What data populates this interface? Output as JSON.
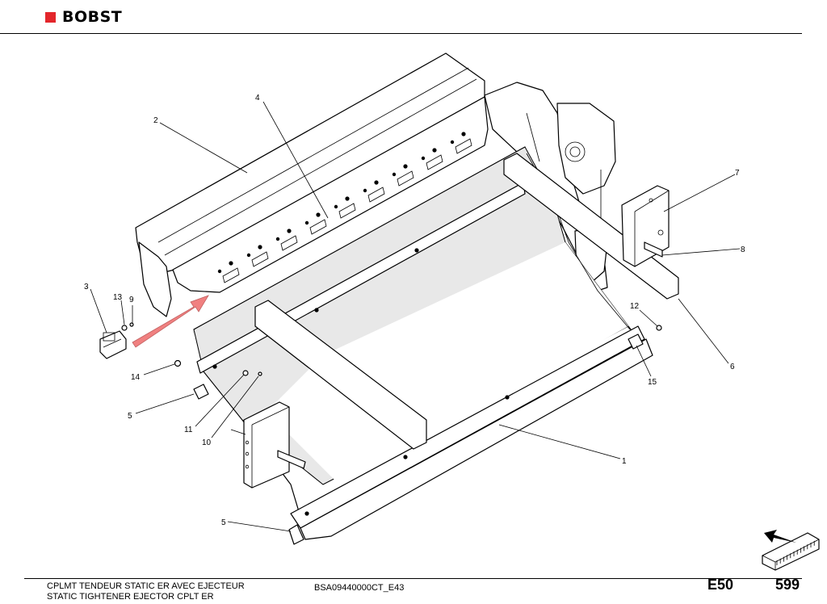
{
  "header": {
    "brand": "BOBST",
    "brand_color": "#e3262b"
  },
  "footer": {
    "title_fr": "CPLMT TENDEUR STATIC ER AVEC EJECTEUR",
    "title_en": "STATIC TIGHTENER EJECTOR CPLT ER",
    "reference": "BSA09440000CT_E43",
    "section": "E50",
    "page": "599"
  },
  "callouts": [
    {
      "id": "c1",
      "label": "1"
    },
    {
      "id": "c2",
      "label": "2"
    },
    {
      "id": "c3",
      "label": "3"
    },
    {
      "id": "c4",
      "label": "4"
    },
    {
      "id": "c5a",
      "label": "5"
    },
    {
      "id": "c5b",
      "label": "5"
    },
    {
      "id": "c6",
      "label": "6"
    },
    {
      "id": "c7",
      "label": "7"
    },
    {
      "id": "c8",
      "label": "8"
    },
    {
      "id": "c9",
      "label": "9"
    },
    {
      "id": "c10",
      "label": "10"
    },
    {
      "id": "c11",
      "label": "11"
    },
    {
      "id": "c12",
      "label": "12"
    },
    {
      "id": "c13",
      "label": "13"
    },
    {
      "id": "c14",
      "label": "14"
    },
    {
      "id": "c15",
      "label": "15"
    }
  ],
  "colors": {
    "arrow": "#f08080",
    "shade": "#e4e4e4"
  },
  "icons": {
    "brand_mark": "red-square-icon",
    "orientation": "machine-orientation-icon"
  }
}
